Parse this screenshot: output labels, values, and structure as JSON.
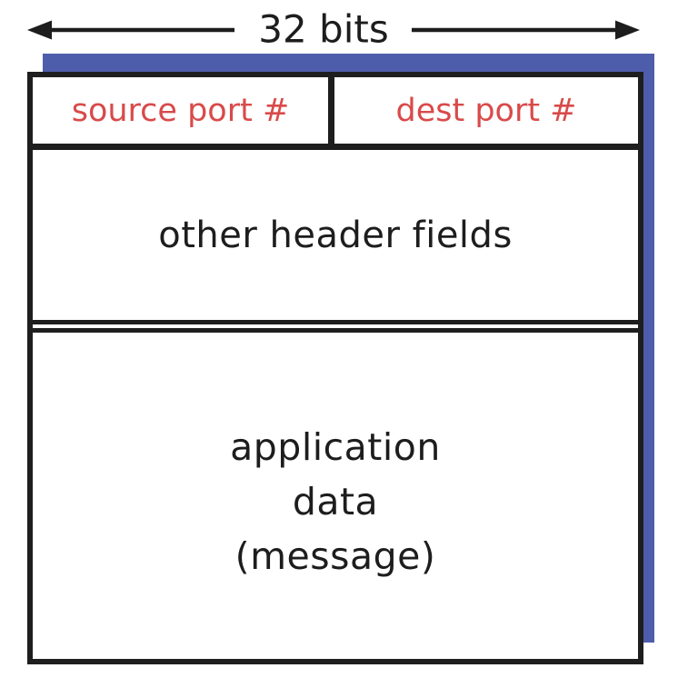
{
  "header": {
    "width_label": "32 bits"
  },
  "segment": {
    "source_port_label": "source port #",
    "dest_port_label": "dest port #",
    "other_header_label": "other header fields",
    "app_data_lines": [
      "application",
      "data",
      "(message)"
    ]
  },
  "icons": {
    "left_arrow": "left-arrowhead",
    "right_arrow": "right-arrowhead"
  },
  "colors": {
    "text_black": "#1d1d1d",
    "field_red": "#d94a4a",
    "shadow_blue": "#4e5dab",
    "border_black": "#1e1e1e",
    "background_white": "#ffffff"
  }
}
